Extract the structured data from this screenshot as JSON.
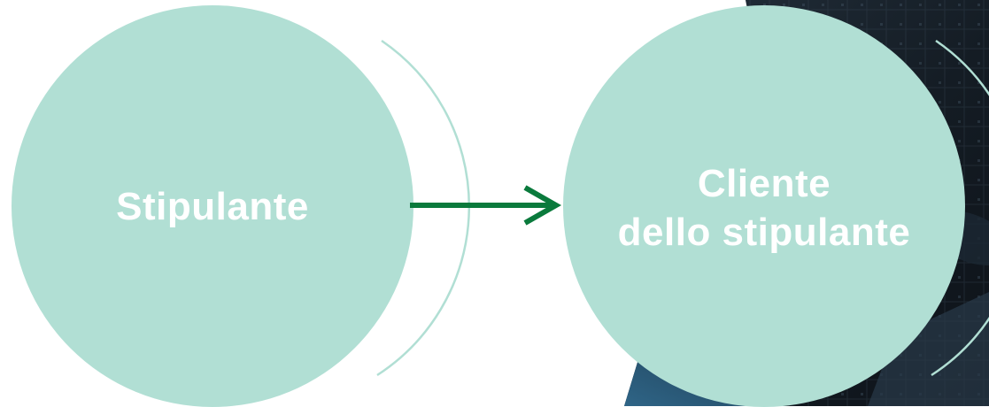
{
  "diagram": {
    "nodes": [
      {
        "id": "stipulante",
        "lines": [
          "Stipulante"
        ]
      },
      {
        "id": "cliente",
        "lines": [
          "Cliente",
          "dello stipulante"
        ]
      }
    ],
    "edges": [
      {
        "from": "stipulante",
        "to": "cliente",
        "type": "arrow"
      }
    ]
  },
  "colors": {
    "circle_fill": "#b1dfd4",
    "arc_stroke": "#b1dfd4",
    "arrow": "#0a7a3c",
    "label_text": "#ffffff",
    "photo_dark": "#141c24",
    "photo_blue": "#2b5a78"
  }
}
